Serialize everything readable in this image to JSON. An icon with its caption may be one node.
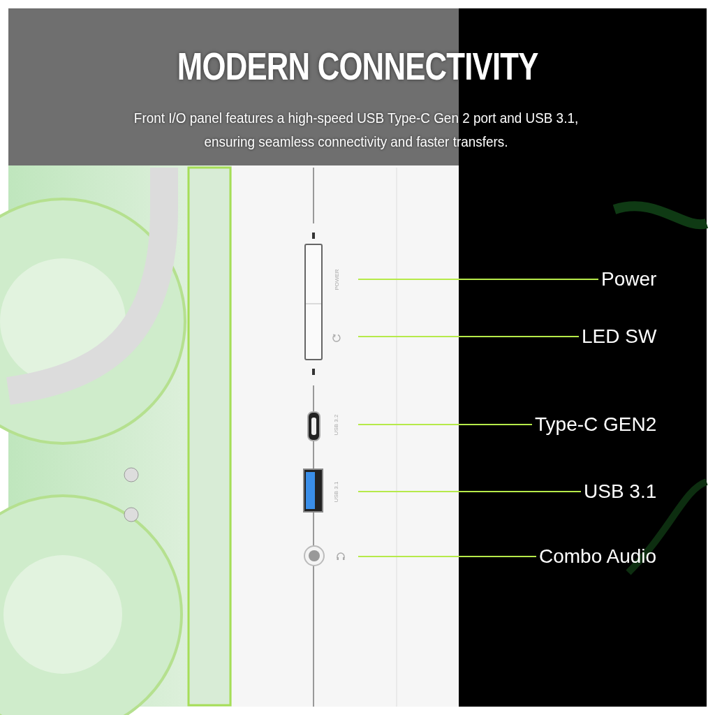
{
  "diagram": {
    "title": "MODERN CONNECTIVITY",
    "nodes": [
      {
        "text": [
          "Power"
        ]
      },
      {
        "text": [
          "LED SW"
        ]
      },
      {
        "text": [
          "Type-C GEN2"
        ]
      },
      {
        "text": [
          "USB 3.1"
        ]
      },
      {
        "text": [
          "Combo Audio"
        ]
      }
    ],
    "edges": [
      {
        "from": 0,
        "to": null,
        "arrow": "none"
      },
      {
        "from": 1,
        "to": null,
        "arrow": "none"
      },
      {
        "from": 2,
        "to": null,
        "arrow": "none"
      },
      {
        "from": 3,
        "to": null,
        "arrow": "none"
      },
      {
        "from": 4,
        "to": null,
        "arrow": "none"
      }
    ],
    "labels": [
      "Front I/O panel features a high-speed USB Type-C Gen 2 port and USB 3.1, ensuring seamless connectivity and faster transfers.",
      "POWER",
      "USB 3.2",
      "USB 3.1"
    ]
  }
}
